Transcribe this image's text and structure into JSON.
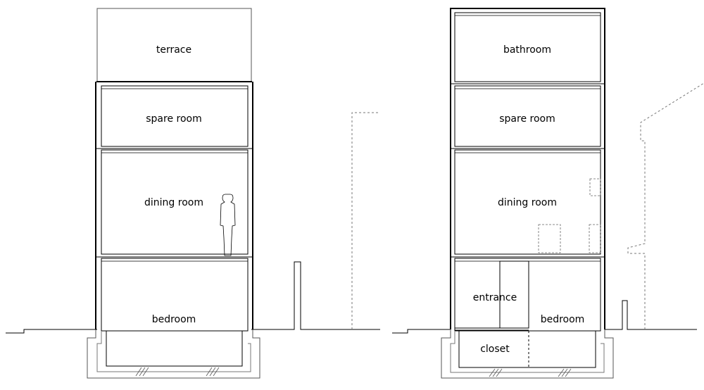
{
  "sections": [
    {
      "rooms": [
        {
          "key": "terrace",
          "label": "terrace"
        },
        {
          "key": "spare",
          "label": "spare room"
        },
        {
          "key": "dining",
          "label": "dining room"
        },
        {
          "key": "bedroom",
          "label": "bedroom"
        }
      ]
    },
    {
      "rooms": [
        {
          "key": "bathroom",
          "label": "bathroom"
        },
        {
          "key": "spare",
          "label": "spare room"
        },
        {
          "key": "dining",
          "label": "dining room"
        },
        {
          "key": "entrance",
          "label": "entrance"
        },
        {
          "key": "bedroom",
          "label": "bedroom"
        },
        {
          "key": "closet",
          "label": "closet"
        }
      ]
    }
  ]
}
